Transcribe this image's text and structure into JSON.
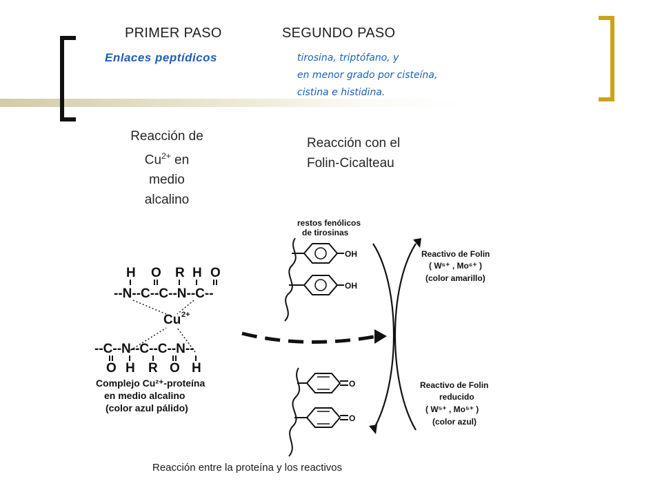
{
  "header": {
    "step1": "PRIMER PASO",
    "step2": "SEGUNDO PASO",
    "step1_detail": "Enlaces peptídicos",
    "step2_detail": [
      "tirosina, triptófano, y",
      "en menor grado por cisteína,",
      "cistina e histidina."
    ]
  },
  "reactions": {
    "left": [
      "Reacción de",
      "Cu",
      "2+",
      " en",
      "medio",
      "alcalino"
    ],
    "right": [
      "Reacción con el",
      "Folin-Cicalteau"
    ]
  },
  "figure": {
    "chain_top_atoms": [
      "H",
      "O",
      "R",
      "H",
      "O"
    ],
    "chain_top_backbone": "--N--C--C--N--C--",
    "cu_ion": "Cu",
    "cu_charge": "2+",
    "chain_bottom_backbone": "--C--N--C--C--N--",
    "chain_bottom_atoms": [
      "O",
      "H",
      "R",
      "O",
      "H"
    ],
    "complex_label": [
      "Complejo Cu²⁺-proteína",
      "en medio alcalino",
      "(color azul pálido)"
    ],
    "phenol_label": [
      "restos fenólicos",
      "de tirosinas"
    ],
    "oh": "OH",
    "o": "O",
    "folin_top": [
      "Reactivo de Folin",
      "( W⁶⁺ , Mo⁶⁺ )",
      "(color amarillo)"
    ],
    "folin_bottom": [
      "Reactivo de Folin",
      "reducido",
      "( W⁵⁺ , Mo⁵⁺ )",
      "(color azul)"
    ],
    "caption": "Reacción entre la proteína y los reactivos"
  },
  "colors": {
    "accent_blue": "#1d5fb5",
    "bracket_gold": "#c9a418",
    "bracket_dark": "#111111"
  }
}
